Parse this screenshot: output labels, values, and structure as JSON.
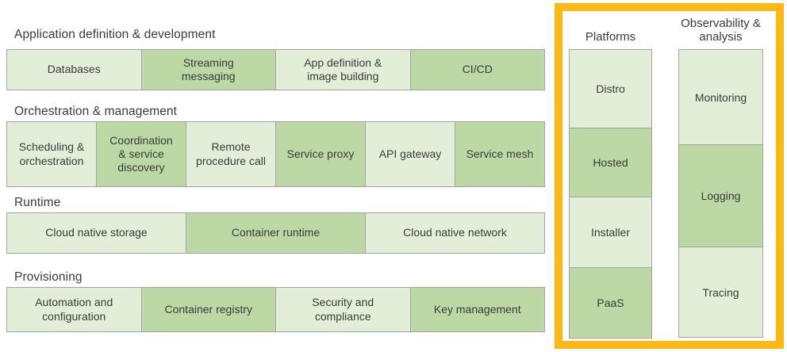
{
  "colors": {
    "light_green": "#e3eed8",
    "medium_green": "#bcd8a5",
    "box_border": "#a3a3a3",
    "highlight_orange": "#fcb813",
    "text_color": "#3b3b3b"
  },
  "sections": [
    {
      "heading": "Application definition & development",
      "boxes": [
        {
          "label": "Databases",
          "shade": "light"
        },
        {
          "label": "Streaming messaging",
          "shade": "medium"
        },
        {
          "label": "App definition & image building",
          "shade": "light"
        },
        {
          "label": "CI/CD",
          "shade": "medium"
        }
      ]
    },
    {
      "heading": "Orchestration & management",
      "boxes": [
        {
          "label": "Scheduling & orchestration",
          "shade": "light"
        },
        {
          "label": "Coordination & service discovery",
          "shade": "medium"
        },
        {
          "label": "Remote procedure call",
          "shade": "light"
        },
        {
          "label": "Service proxy",
          "shade": "medium"
        },
        {
          "label": "API gateway",
          "shade": "light"
        },
        {
          "label": "Service mesh",
          "shade": "medium"
        }
      ]
    },
    {
      "heading": "Runtime",
      "boxes": [
        {
          "label": "Cloud native storage",
          "shade": "light"
        },
        {
          "label": "Container runtime",
          "shade": "medium"
        },
        {
          "label": "Cloud native network",
          "shade": "light"
        }
      ]
    },
    {
      "heading": "Provisioning",
      "boxes": [
        {
          "label": "Automation and configuration",
          "shade": "light"
        },
        {
          "label": "Container registry",
          "shade": "medium"
        },
        {
          "label": "Security and compliance",
          "shade": "light"
        },
        {
          "label": "Key management",
          "shade": "medium"
        }
      ]
    }
  ],
  "highlighted_columns": [
    {
      "heading": "Platforms",
      "boxes": [
        {
          "label": "Distro",
          "shade": "light"
        },
        {
          "label": "Hosted",
          "shade": "medium"
        },
        {
          "label": "Installer",
          "shade": "light"
        },
        {
          "label": "PaaS",
          "shade": "medium"
        }
      ]
    },
    {
      "heading": "Observability & analysis",
      "boxes": [
        {
          "label": "Monitoring",
          "shade": "light"
        },
        {
          "label": "Logging",
          "shade": "medium"
        },
        {
          "label": "Tracing",
          "shade": "light"
        }
      ]
    }
  ]
}
